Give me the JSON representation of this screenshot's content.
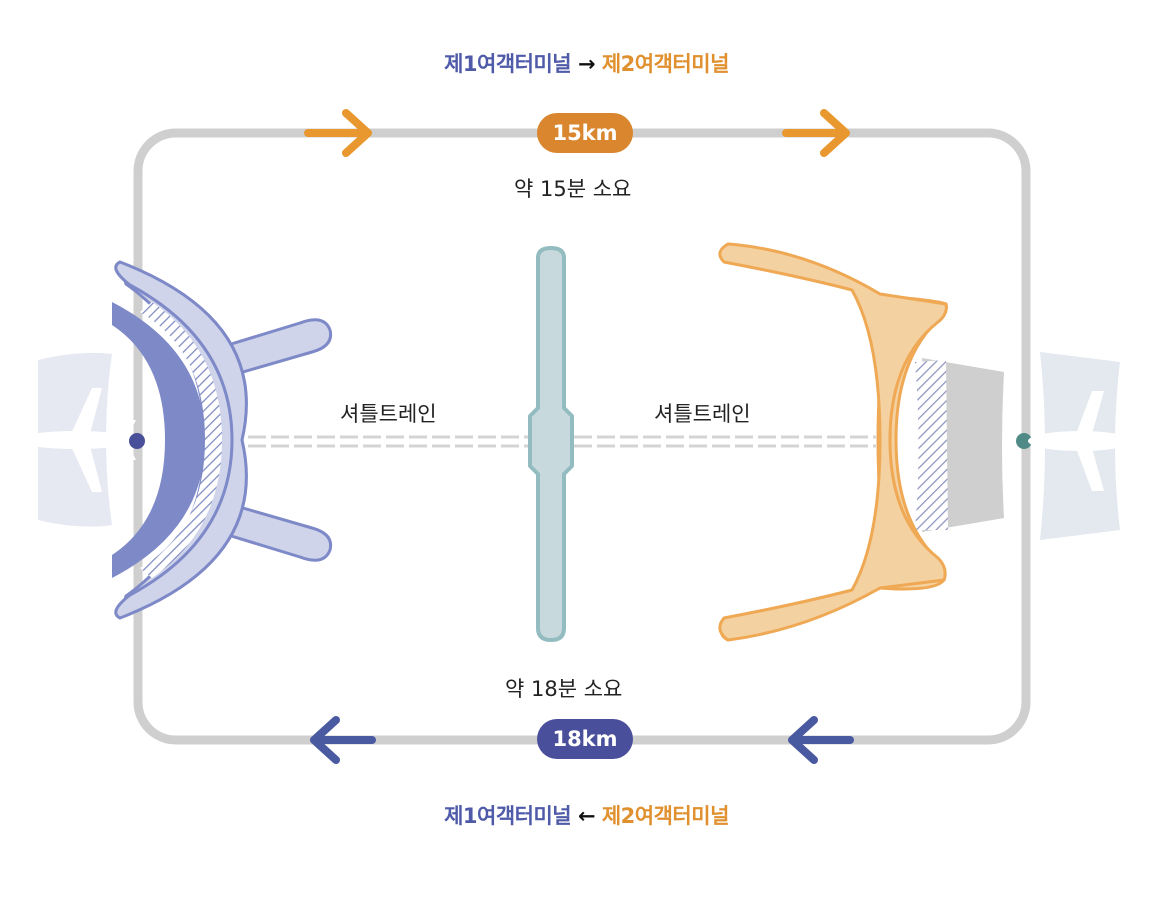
{
  "top_route": {
    "from": "제1여객터미널",
    "arrow": "→",
    "to": "제2여객터미널",
    "distance": "15km",
    "duration": "약 15분 소요"
  },
  "bottom_route": {
    "from": "제1여객터미널",
    "arrow": "←",
    "to": "제2여객터미널",
    "distance": "18km",
    "duration": "약 18분 소요"
  },
  "shuttle_train_left": "셔틀트레인",
  "shuttle_train_right": "셔틀트레인",
  "colors": {
    "terminal1": "#4f5aa8",
    "terminal2": "#e0902f",
    "road": "#cfcfcf",
    "concourse": "#c8d9dd"
  },
  "icons": [
    "airplane-icon",
    "airplane-icon"
  ]
}
